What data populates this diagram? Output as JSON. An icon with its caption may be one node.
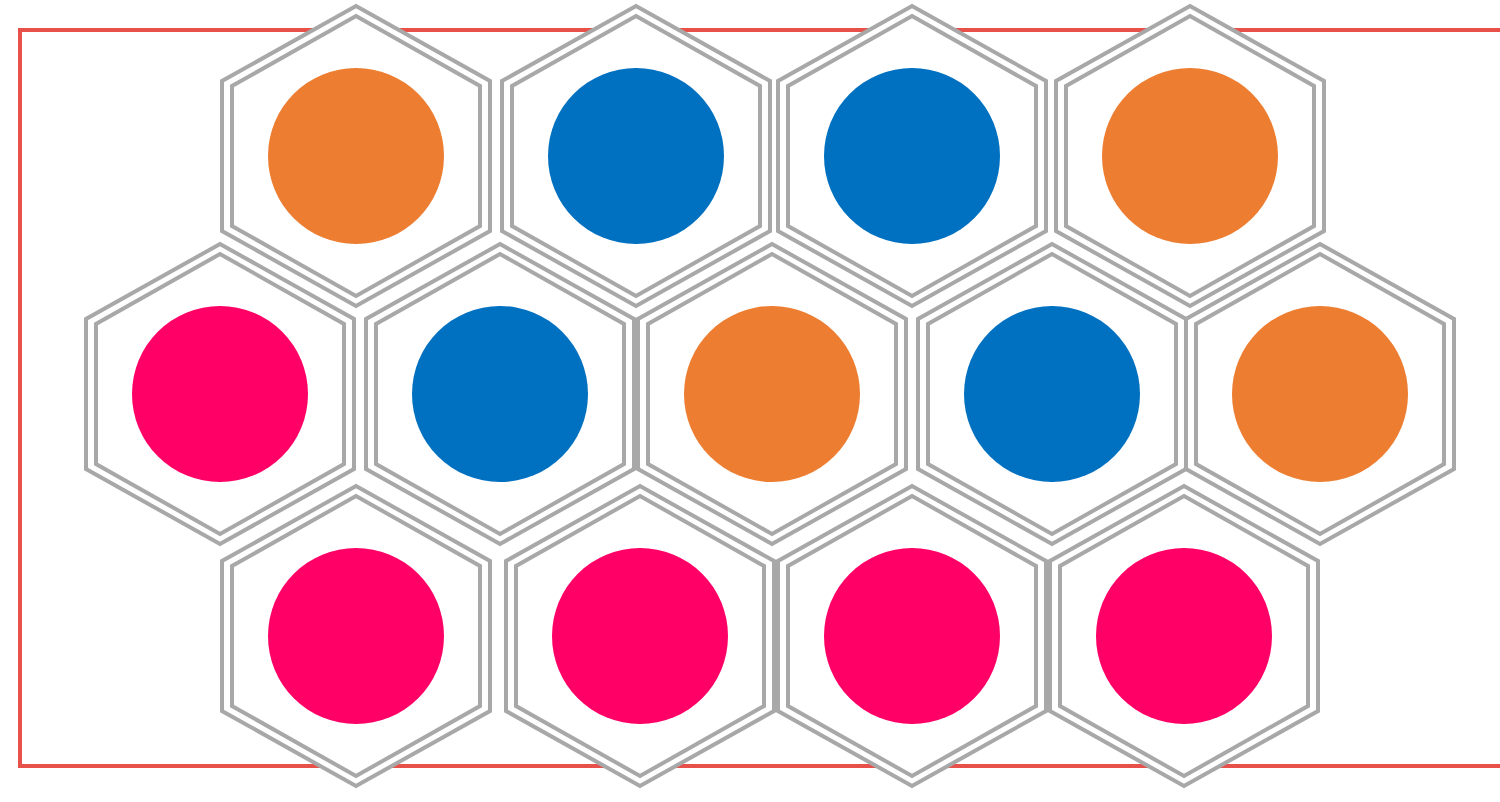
{
  "diagram": {
    "nodes": [
      {
        "text": [],
        "shape": "hexagon"
      },
      {
        "text": [],
        "shape": "circle",
        "in": 0
      },
      {
        "text": [],
        "shape": "hexagon"
      },
      {
        "text": [],
        "shape": "circle",
        "in": 2
      },
      {
        "text": [],
        "shape": "hexagon"
      },
      {
        "text": [],
        "shape": "circle",
        "in": 4
      },
      {
        "text": [],
        "shape": "hexagon"
      },
      {
        "text": [],
        "shape": "circle",
        "in": 6
      },
      {
        "text": [],
        "shape": "hexagon"
      },
      {
        "text": [],
        "shape": "circle",
        "in": 8
      },
      {
        "text": [],
        "shape": "hexagon"
      },
      {
        "text": [],
        "shape": "circle",
        "in": 10
      },
      {
        "text": [],
        "shape": "hexagon"
      },
      {
        "text": [],
        "shape": "circle",
        "in": 12
      },
      {
        "text": [],
        "shape": "hexagon"
      },
      {
        "text": [],
        "shape": "circle",
        "in": 14
      },
      {
        "text": [],
        "shape": "hexagon"
      },
      {
        "text": [],
        "shape": "circle",
        "in": 16
      },
      {
        "text": [],
        "shape": "hexagon"
      },
      {
        "text": [],
        "shape": "circle",
        "in": 18
      },
      {
        "text": [],
        "shape": "hexagon"
      },
      {
        "text": [],
        "shape": "circle",
        "in": 20
      },
      {
        "text": [],
        "shape": "hexagon"
      },
      {
        "text": [],
        "shape": "circle",
        "in": 22
      },
      {
        "text": [],
        "shape": "hexagon"
      },
      {
        "text": [],
        "shape": "circle",
        "in": 24
      }
    ]
  }
}
